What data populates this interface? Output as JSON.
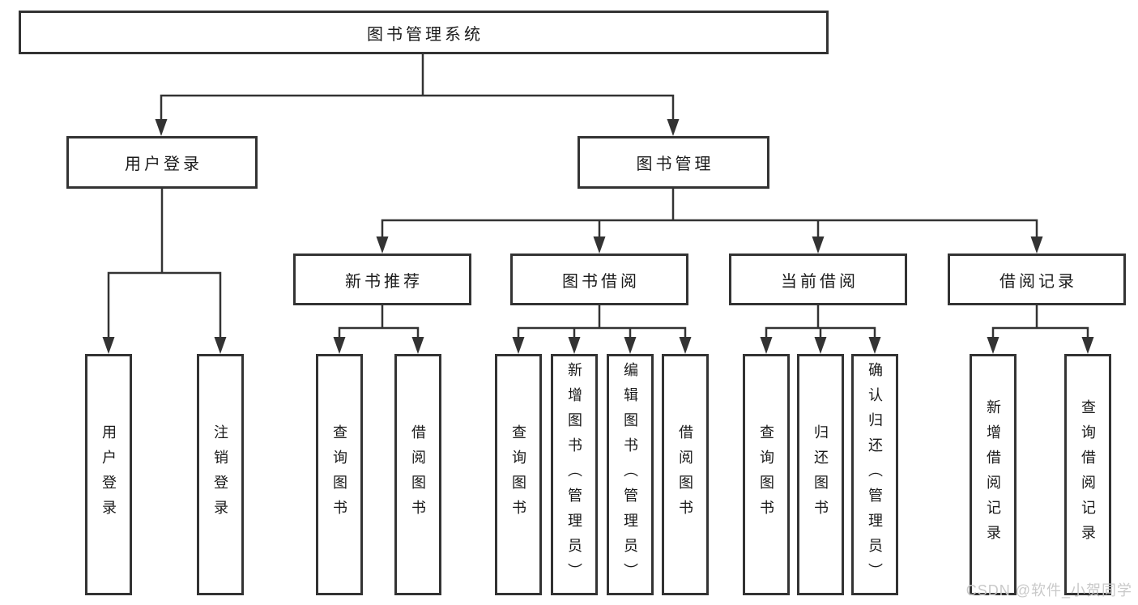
{
  "diagram": {
    "root": {
      "label": "图书管理系统",
      "children": [
        {
          "label": "用户登录",
          "children": [
            {
              "label": "用户登录"
            },
            {
              "label": "注销登录"
            }
          ]
        },
        {
          "label": "图书管理",
          "children": [
            {
              "label": "新书推荐",
              "children": [
                {
                  "label": "查询图书"
                },
                {
                  "label": "借阅图书"
                }
              ]
            },
            {
              "label": "图书借阅",
              "children": [
                {
                  "label": "查询图书"
                },
                {
                  "label": "新增图书（管理员）"
                },
                {
                  "label": "编辑图书（管理员）"
                },
                {
                  "label": "借阅图书"
                }
              ]
            },
            {
              "label": "当前借阅",
              "children": [
                {
                  "label": "查询图书"
                },
                {
                  "label": "归还图书"
                },
                {
                  "label": "确认归还（管理员）"
                }
              ]
            },
            {
              "label": "借阅记录",
              "children": [
                {
                  "label": "新增借阅记录"
                },
                {
                  "label": "查询借阅记录"
                }
              ]
            }
          ]
        }
      ]
    }
  },
  "watermark": {
    "text": "CSDN @软件_小贺同学"
  },
  "colors": {
    "line": "#333333",
    "box_border": "#333333",
    "text": "#1a1a1a",
    "watermark": "#c9c9c9",
    "background": "#ffffff"
  }
}
